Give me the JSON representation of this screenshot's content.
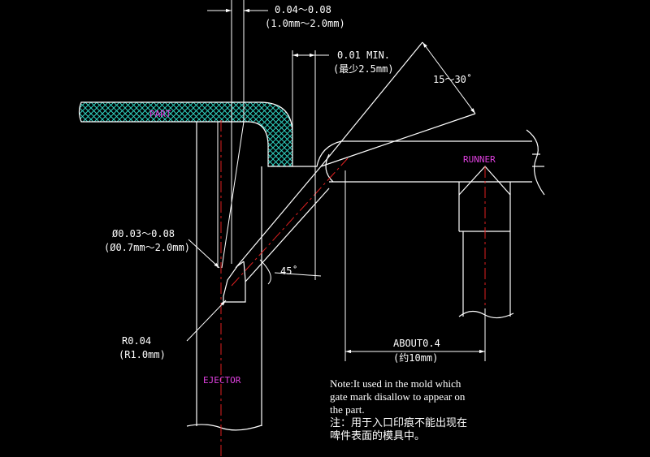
{
  "labels": {
    "part": "PART",
    "runner": "RUNNER",
    "ejector": "EJECTOR"
  },
  "dimensions": {
    "top_gap": "0.04～0.08",
    "top_gap_mm": "(1.0mm～2.0mm)",
    "min": "0.01 MIN.",
    "min_mm": "(最少2.5mm)",
    "angle_range": "15～30˚",
    "diameter": "Ø0.03～0.08",
    "diameter_mm": "(Ø0.7mm～2.0mm)",
    "angle_45": "45˚",
    "radius": "R0.04",
    "radius_mm": "(R1.0mm)",
    "about": "ABOUT0.4",
    "about_mm": "(约10mm)"
  },
  "note": {
    "en1": "Note:It used in the mold which",
    "en2": "gate mark disallow to appear on",
    "en3": "the part.",
    "zh1": "注：用于入口印痕不能出现在",
    "zh2": "啤件表面的模具中。"
  },
  "colors": {
    "line": "#ffffff",
    "part_hatch": "#2fd0c0",
    "centerline": "#e02020",
    "label": "#e040e0"
  }
}
